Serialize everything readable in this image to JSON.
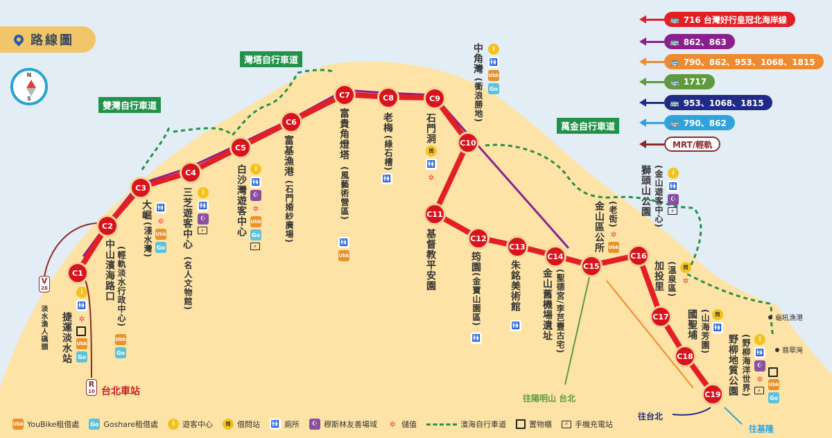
{
  "header": {
    "title": "路線圖",
    "icon": "map-pin-icon"
  },
  "compass": {
    "north": "N",
    "south": "S"
  },
  "route_legend": [
    {
      "label": "716 台灣好行皇冠北海岸線",
      "color": "#e31f26",
      "icon": "bus-icon"
    },
    {
      "label": "862、863",
      "color": "#8b1f8e",
      "icon": "bus-icon"
    },
    {
      "label": "790、862、953、1068、1815",
      "color": "#f08a2e",
      "icon": "bus-icon"
    },
    {
      "label": "1717",
      "color": "#5f9a3c",
      "icon": "bus-icon"
    },
    {
      "label": "953、1068、1815",
      "color": "#1f2b86",
      "icon": "bus-icon"
    },
    {
      "label": "790、862",
      "color": "#2ea3de",
      "icon": "bus-icon"
    },
    {
      "label": "MRT/輕軌",
      "color": "#8c2a2a",
      "icon": "none"
    }
  ],
  "bike_paths": [
    {
      "label": "雙灣自行車道"
    },
    {
      "label": "灣塔自行車道"
    },
    {
      "label": "萬金自行車道"
    }
  ],
  "stations": [
    {
      "code": "C1",
      "name": "捷運淡水站",
      "amenities": [
        "visitor-center",
        "toilet",
        "stored-value",
        "locker",
        "youbike",
        "goshare"
      ]
    },
    {
      "code": "C2",
      "name": "中山濱海路口",
      "sub": "(輕軌淡水行政中心)",
      "amenities": [
        "youbike",
        "goshare"
      ]
    },
    {
      "code": "C3",
      "name": "大崛",
      "sub": "(淺水灣)",
      "amenities": [
        "toilet",
        "stored-value",
        "youbike",
        "goshare"
      ]
    },
    {
      "code": "C4",
      "name": "三芝遊客中心",
      "sub": "(名人文物館)",
      "amenities": [
        "visitor-center",
        "toilet",
        "muslim-friendly",
        "charging"
      ]
    },
    {
      "code": "C5",
      "name": "白沙灣遊客中心",
      "amenities": [
        "visitor-center",
        "toilet",
        "muslim-friendly",
        "stored-value",
        "youbike",
        "goshare",
        "charging"
      ]
    },
    {
      "code": "C6",
      "name": "富基漁港",
      "sub": "(石門婚紗廣場)",
      "amenities": []
    },
    {
      "code": "C7",
      "name": "富貴角燈塔",
      "sub": "(風藝術營區)",
      "amenities": [
        "toilet",
        "youbike"
      ]
    },
    {
      "code": "C8",
      "name": "老梅",
      "sub": "(綠石槽)",
      "amenities": [
        "toilet"
      ]
    },
    {
      "code": "C9",
      "name": "石門洞",
      "amenities": [
        "borrow-station",
        "toilet",
        "stored-value"
      ]
    },
    {
      "code": "C10",
      "name": "中角灣",
      "sub": "(衝浪勝地)",
      "amenities": [
        "visitor-center",
        "toilet",
        "youbike",
        "goshare"
      ]
    },
    {
      "code": "C11",
      "name": "基督教平安園",
      "amenities": []
    },
    {
      "code": "C12",
      "name": "筠園",
      "sub": "(金寶山園區)",
      "amenities": [
        "toilet"
      ]
    },
    {
      "code": "C13",
      "name": "朱銘美術館",
      "amenities": [
        "toilet"
      ]
    },
    {
      "code": "C14",
      "name": "金山舊機場遺址",
      "sub": "(聖德宮/李芑豐古宅)",
      "amenities": []
    },
    {
      "code": "C15",
      "name": "金山區公所",
      "sub": "(老街)",
      "amenities": [
        "stored-value",
        "youbike"
      ]
    },
    {
      "code": "C16",
      "name": "加投里",
      "sub": "(溫泉區)",
      "amenities": [
        "borrow-station",
        "stored-value"
      ]
    },
    {
      "code": "C17",
      "name": "國聖埔",
      "sub": "(山海芳園)",
      "amenities": [
        "borrow-station",
        "toilet"
      ]
    },
    {
      "code": "C18",
      "name": "野柳地質公園",
      "sub": "(野柳海洋世界)",
      "amenities": [
        "visitor-center",
        "toilet",
        "muslim-friendly",
        "stored-value",
        "charging",
        "locker",
        "youbike",
        "goshare"
      ]
    },
    {
      "code": "C19",
      "name": "",
      "amenities": []
    }
  ],
  "extra_places": {
    "lion_head": {
      "name": "獅頭山公園",
      "sub": "(金山遊客中心)"
    },
    "fisherman_wharf": "淡水漁人碼頭",
    "guihou": "龜吼漁港",
    "feicui": "翡翠灣",
    "taipei_main": "台北車站",
    "v26": {
      "letter": "V",
      "num": "26"
    },
    "r10": {
      "letter": "R",
      "num": "10"
    }
  },
  "directions": {
    "yangmingshan": "往陽明山 台北",
    "to_taipei": "往台北",
    "to_keelung": "往基隆"
  },
  "bottom_legend": [
    {
      "icon": "youbike-icon",
      "label": "YouBike租借處"
    },
    {
      "icon": "goshare-icon",
      "label": "Goshare租借處"
    },
    {
      "icon": "visitor-center-icon",
      "label": "遊客中心"
    },
    {
      "icon": "borrow-station-icon",
      "label": "借問站"
    },
    {
      "icon": "toilet-icon",
      "label": "廁所"
    },
    {
      "icon": "muslim-friendly-icon",
      "label": "穆斯林友善場域"
    },
    {
      "icon": "stored-value-icon",
      "label": "儲值"
    },
    {
      "icon": "bike-path-icon",
      "label": "濱海自行車道"
    },
    {
      "icon": "locker-icon",
      "label": "置物櫃"
    },
    {
      "icon": "charging-icon",
      "label": "手機充電站"
    }
  ]
}
